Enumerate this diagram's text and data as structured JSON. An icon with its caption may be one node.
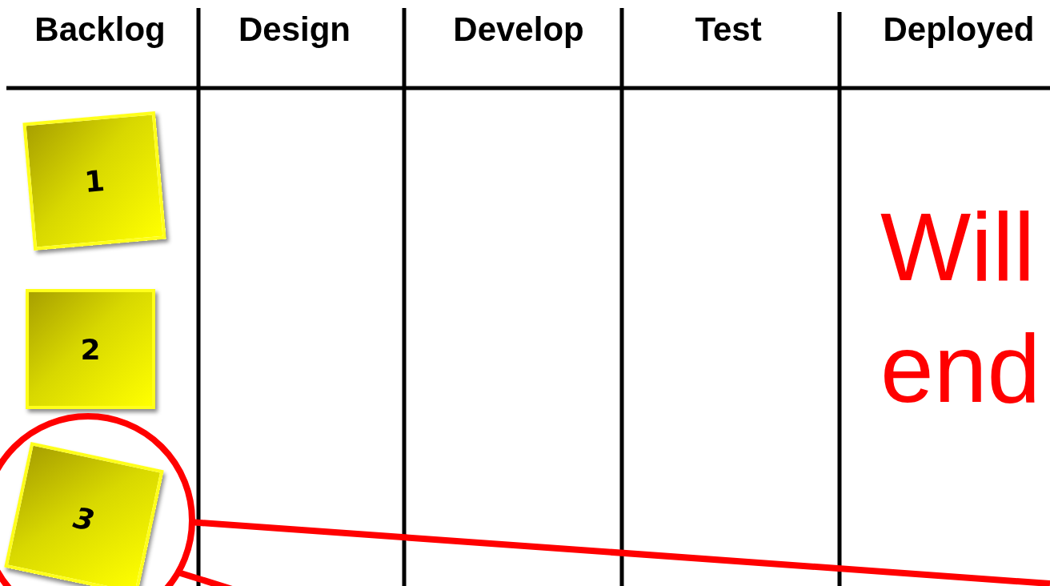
{
  "diagram": {
    "nodes": [
      {
        "text": [
          "1"
        ]
      },
      {
        "text": [
          "2"
        ]
      },
      {
        "text": [
          "3"
        ],
        "in": 3
      },
      {
        "text": [],
        "shape": "circle"
      }
    ],
    "edges": [
      {
        "from": 3,
        "to": null,
        "arrow": "none"
      },
      {
        "from": 3,
        "to": null,
        "arrow": "none"
      }
    ],
    "labels": [
      "Backlog",
      "Design",
      "Develop",
      "Test",
      "Deployed",
      "Will end"
    ]
  }
}
